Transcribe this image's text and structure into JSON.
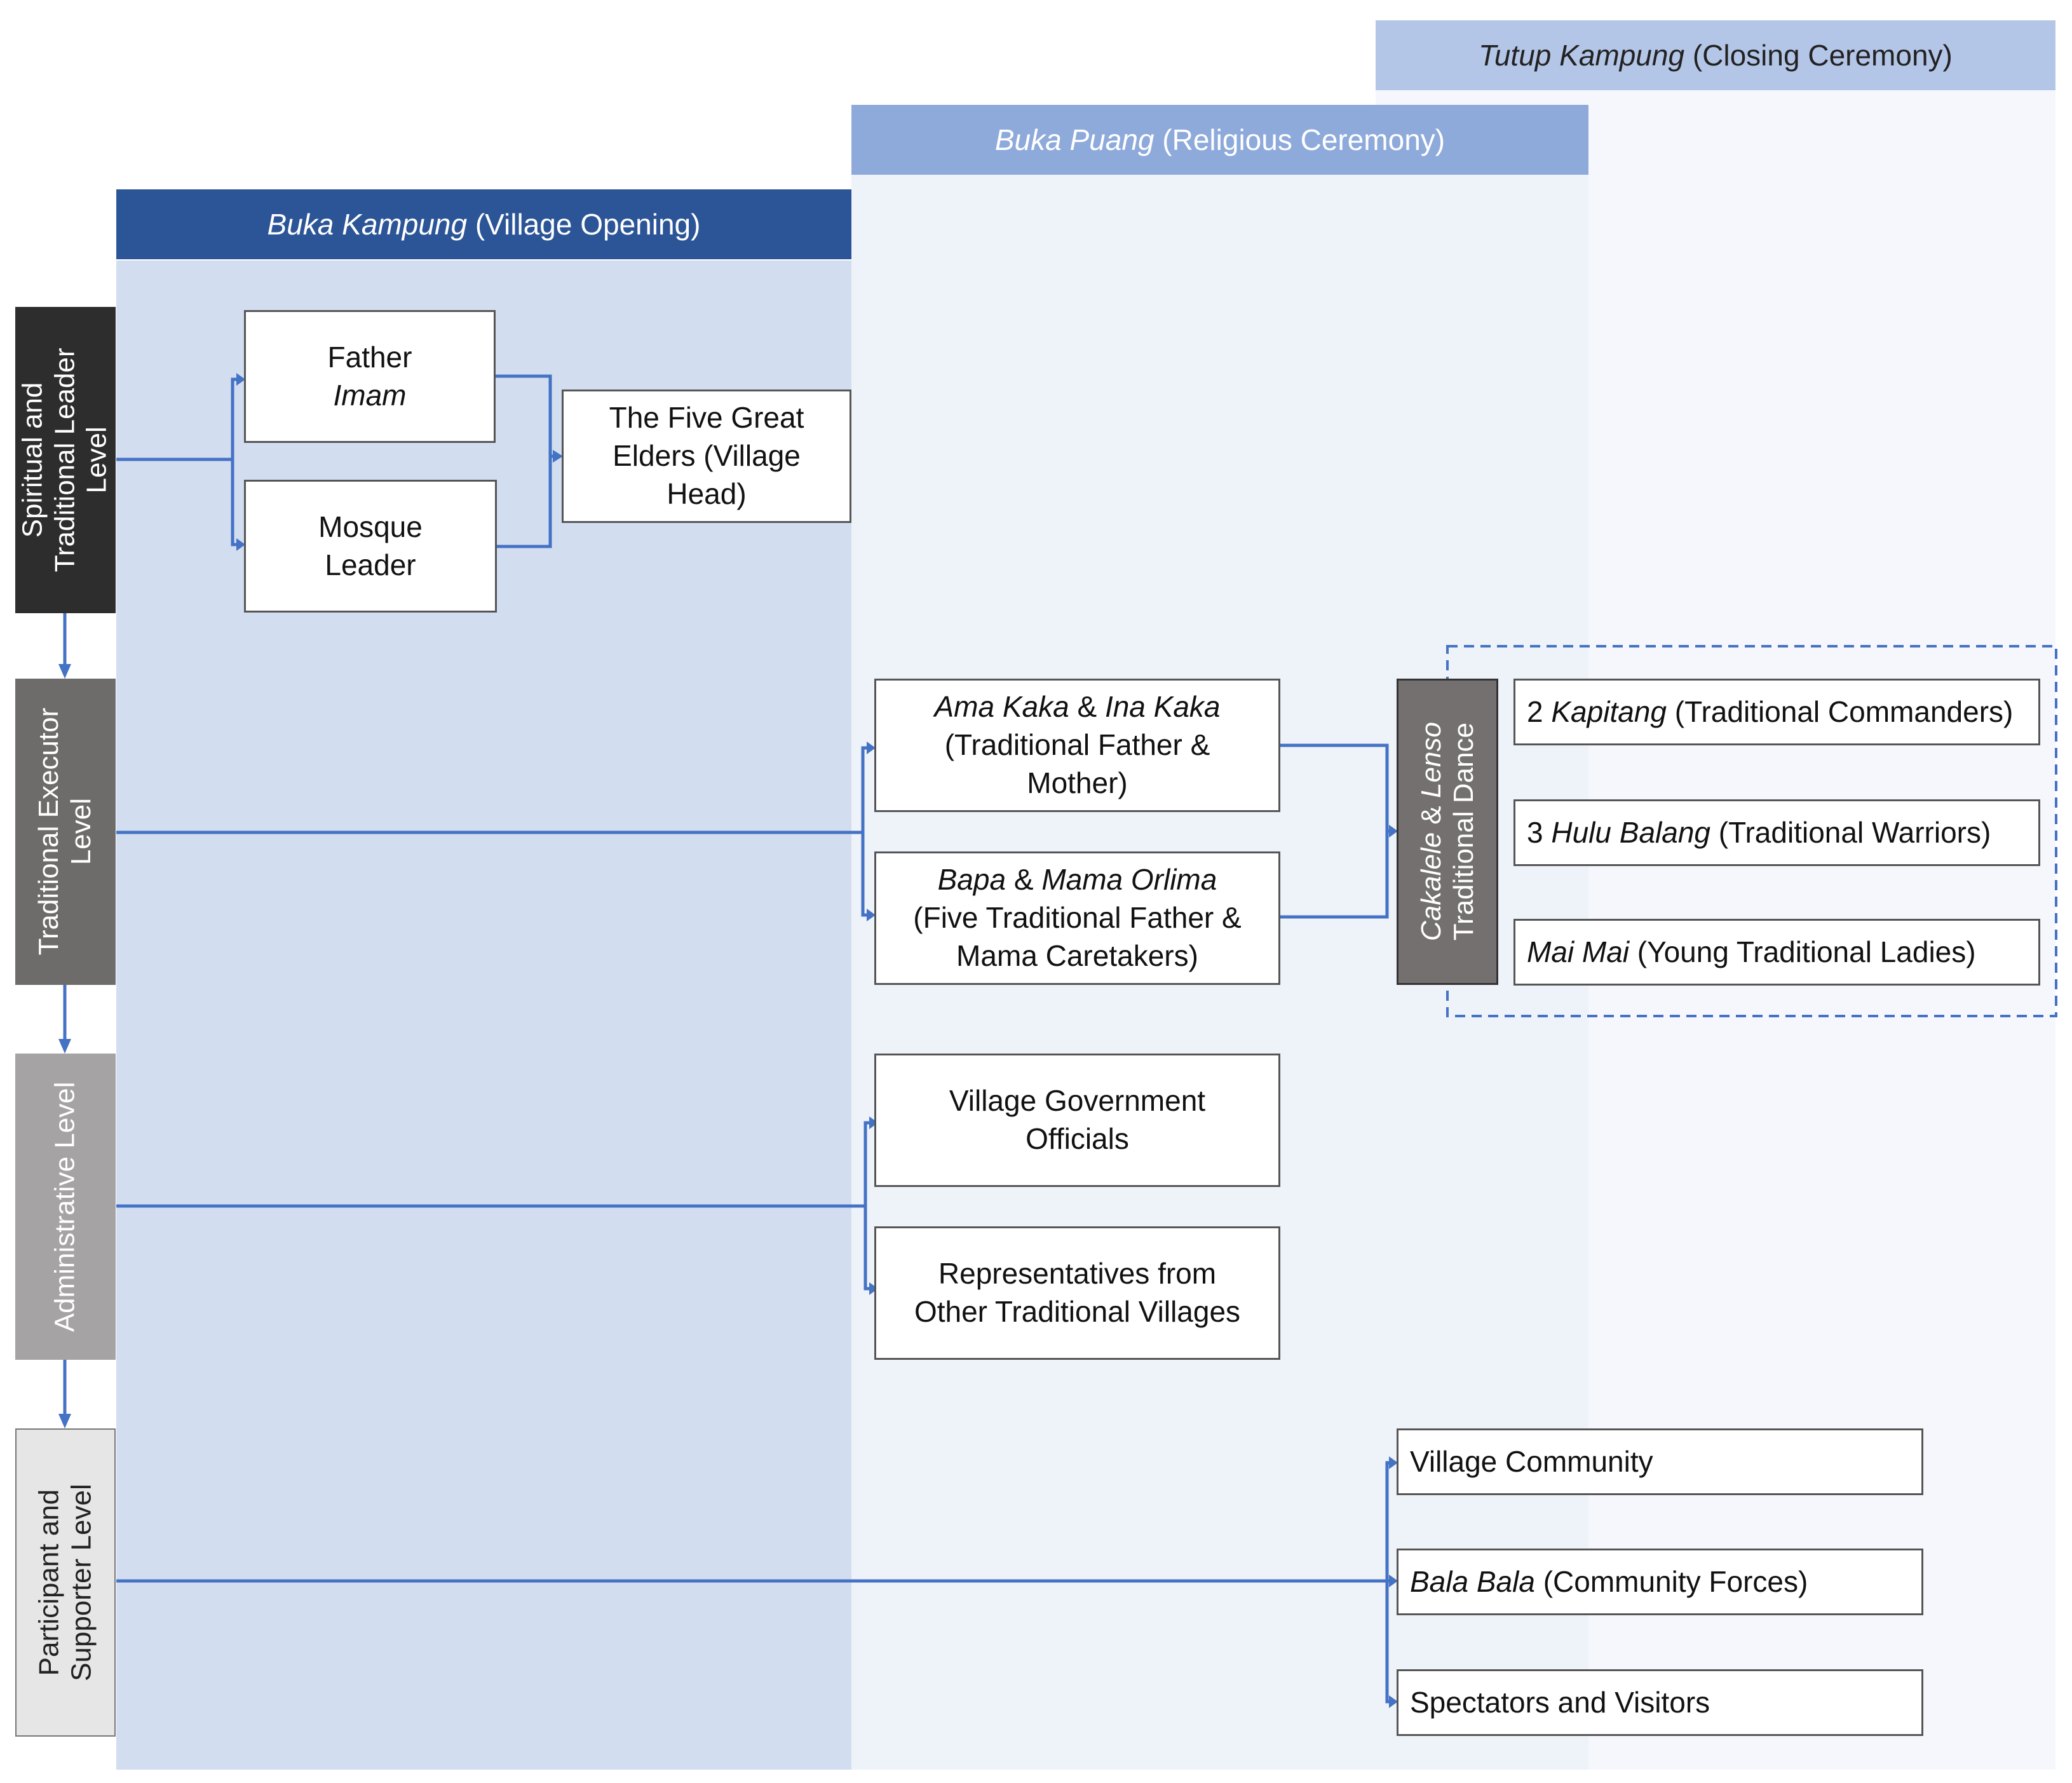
{
  "phases": {
    "tutup": {
      "name": "Tutup Kampung",
      "desc": " (Closing Ceremony)"
    },
    "buka_puang": {
      "name": "Buka Puang",
      "desc": " (Religious Ceremony)"
    },
    "buka_kampung": {
      "name": "Buka Kampung",
      "desc": " (Village Opening)"
    }
  },
  "levels": {
    "spiritual": {
      "line1": "Spiritual and",
      "line2": "Traditional Leader",
      "line3": "Level"
    },
    "executor": {
      "line1": "Traditional Executor",
      "line2": "Level"
    },
    "administrative": {
      "line1": "Administrative Level"
    },
    "participant": {
      "line1": "Participant and",
      "line2": "Supporter Level"
    }
  },
  "boxes": {
    "father_imam": {
      "line1": "Father",
      "line2": "Imam"
    },
    "mosque_leader": {
      "line1": "Mosque",
      "line2": "Leader"
    },
    "five_elders": {
      "line1": "The Five Great",
      "line2": "Elders (Village",
      "line3": "Head)"
    },
    "ama_kaka": {
      "it1": "Ama Kaka",
      "amp": " & ",
      "it2": "Ina Kaka",
      "line2": "(Traditional Father &",
      "line3": "Mother)"
    },
    "bapa_mama": {
      "it1": "Bapa",
      "amp": " & ",
      "it2": "Mama Orlima",
      "line2": "(Five Traditional Father &",
      "line3": "Mama Caretakers)"
    },
    "village_gov": {
      "line1": "Village Government",
      "line2": "Officials"
    },
    "representatives": {
      "line1": "Representatives from",
      "line2": "Other Traditional Villages"
    },
    "dance": {
      "it1": "Cakalele",
      "amp": " & ",
      "it2": "Lenso",
      "line2": "Traditional Dance"
    },
    "kapitang": {
      "pre": "2 ",
      "it": "Kapitang",
      "post": " (Traditional Commanders)"
    },
    "hulu_balang": {
      "pre": "3 ",
      "it": "Hulu Balang",
      "post": " (Traditional Warriors)"
    },
    "mai_mai": {
      "it": "Mai Mai",
      "post": " (Young Traditional Ladies)"
    },
    "village_community": {
      "text": "Village Community"
    },
    "bala_bala": {
      "it": "Bala Bala",
      "post": " (Community Forces)"
    },
    "spectators": {
      "text": "Spectators and Visitors"
    }
  },
  "colors": {
    "buka_kampung_head": "#2c5597",
    "buka_kampung_bg": "#d3ddf0",
    "buka_puang_head": "#8eaadb",
    "buka_puang_bg": "#eef2f9",
    "tutup_head": "#b4c6e7",
    "tutup_bg": "#f5f7fc",
    "connector": "#4472c4",
    "level_spiritual": "#2d2d2d",
    "level_executor": "#6e6b6b",
    "level_administrative": "#a5a3a3",
    "level_participant": "#e6e6e6"
  }
}
